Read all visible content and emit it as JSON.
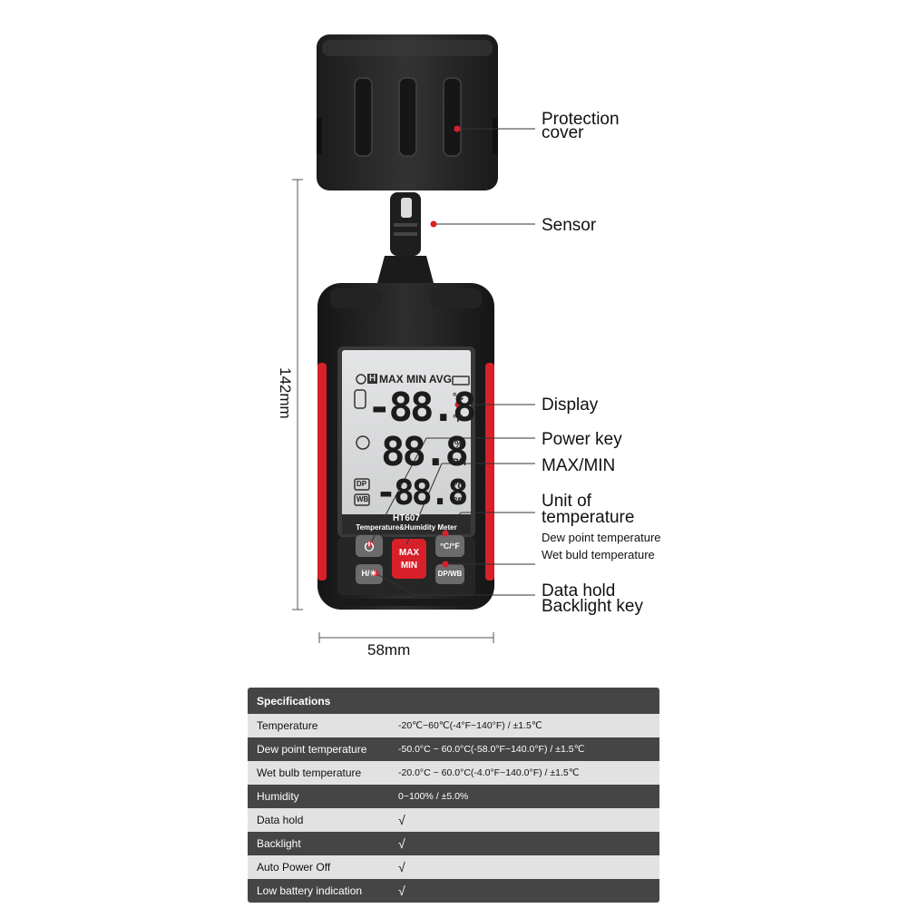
{
  "device": {
    "model": "HT607",
    "subtitle": "Temperature&Humidity Meter",
    "lcd": {
      "status_icons": "MAX MIN AVG",
      "hold_symbol": "H",
      "row1_digits": "-88.8",
      "row2_digits": "88.8",
      "row3_digits": "-88.8",
      "unit_c": "°C",
      "unit_f": "°F",
      "unit_pct": "%",
      "unit_rh": "RH",
      "unit_c2": "°C",
      "unit_f2": "°F",
      "dp_tag": "DP",
      "wb_tag": "WB"
    },
    "keys": {
      "power": "⏻",
      "max_top": "MAX",
      "max_bottom": "MIN",
      "unit": "°C/°F",
      "hold": "H/☀",
      "dpwb": "DP/WB"
    },
    "colors": {
      "body": "#2a2a2a",
      "accent": "#d8202a",
      "lcd": "#d9dadb"
    }
  },
  "callouts": {
    "protection_cover_1": "Protection",
    "protection_cover_2": "cover",
    "sensor": "Sensor",
    "display": "Display",
    "power_key": "Power key",
    "max_min": "MAX/MIN",
    "unit_1": "Unit of",
    "unit_2": "temperature",
    "dew_point": "Dew point temperature",
    "wet_bulb": "Wet buld temperature",
    "data_hold": "Data hold",
    "backlight": "Backlight key"
  },
  "dimensions": {
    "height": "142mm",
    "width": "58mm"
  },
  "specs": {
    "header": "Specifications",
    "rows": [
      {
        "name": "Temperature",
        "value": "-20℃~60℃(-4°F~140°F) / ±1.5℃"
      },
      {
        "name": "Dew point temperature",
        "value": "-50.0°C ~ 60.0°C(-58.0°F~140.0°F) / ±1.5℃"
      },
      {
        "name": "Wet bulb temperature",
        "value": "-20.0°C ~ 60.0°C(-4.0°F~140.0°F) / ±1.5℃"
      },
      {
        "name": "Humidity",
        "value": "0~100% / ±5.0%"
      },
      {
        "name": "Data hold",
        "value": "√"
      },
      {
        "name": "Backlight",
        "value": "√"
      },
      {
        "name": "Auto Power Off",
        "value": "√"
      },
      {
        "name": "Low battery indication",
        "value": "√"
      }
    ]
  }
}
